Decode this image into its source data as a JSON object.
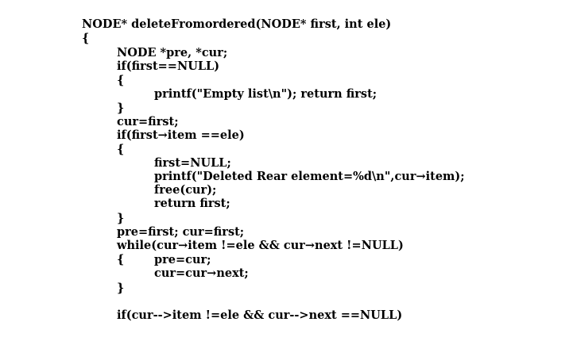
{
  "code": {
    "lines": [
      "NODE* deleteFromordered(NODE* first, int ele)",
      "{",
      "NODE *pre, *cur;",
      "if(first==NULL)",
      "{",
      "printf(\"Empty list\\n\"); return first;",
      "}",
      "cur=first;",
      "if(first→item ==ele)",
      "{",
      "first=NULL;",
      "printf(\"Deleted Rear element=%d\\n\",cur→item);",
      "free(cur);",
      "return first;",
      "}",
      "pre=first; cur=first;",
      "while(cur→item !=ele && cur→next !=NULL)",
      "{",
      "pre=cur;",
      "cur=cur→next;",
      "}",
      "if(cur-->item !=ele && cur-->next ==NULL)"
    ]
  }
}
